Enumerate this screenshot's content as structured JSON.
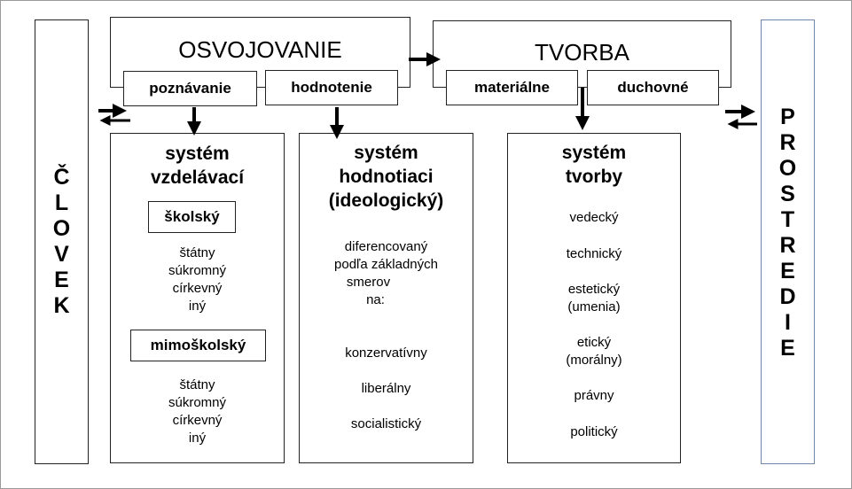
{
  "left": {
    "letters": [
      "Č",
      "L",
      "O",
      "V",
      "E",
      "K"
    ]
  },
  "right": {
    "letters": [
      "P",
      "R",
      "O",
      "S",
      "T",
      "R",
      "E",
      "D",
      "I",
      "E"
    ]
  },
  "top": {
    "osvojovanie": "OSVOJOVANIE",
    "tvorba": "TVORBA",
    "tabs": [
      "poznávanie",
      "hodnotenie",
      "materiálne",
      "duchovné"
    ]
  },
  "col1": {
    "title": [
      "systém",
      "vzdelávací"
    ],
    "sub1": "školský",
    "list1": [
      "štátny",
      "súkromný",
      "církevný",
      "iný"
    ],
    "sub2": "mimoškolský",
    "list2": [
      "štátny",
      "súkromný",
      "církevný",
      "iný"
    ]
  },
  "col2": {
    "title": [
      "systém",
      "hodnotiaci",
      "(ideologický)"
    ],
    "desc": [
      "diferencovaný",
      "podľa základných",
      "smerov",
      "na:"
    ],
    "items": [
      "konzervatívny",
      "liberálny",
      "socialistický"
    ]
  },
  "col3": {
    "title": [
      "systém",
      "tvorby"
    ],
    "items": [
      [
        "vedecký"
      ],
      [
        "technický"
      ],
      [
        "estetický",
        "(umenia)"
      ],
      [
        "etický",
        "(morálny)"
      ],
      [
        "právny"
      ],
      [
        "politický"
      ]
    ]
  },
  "colors": {
    "border": "#222222",
    "prostredie_border": "#6e86a8",
    "frame": "#9a9a9a"
  }
}
